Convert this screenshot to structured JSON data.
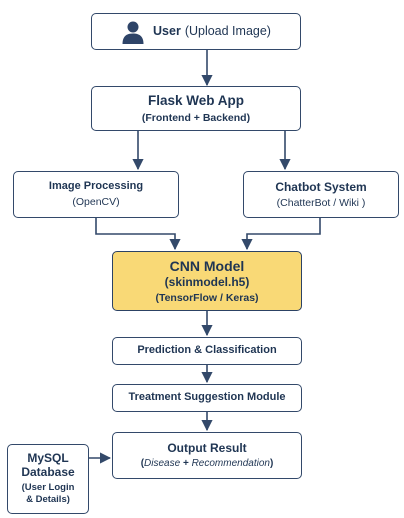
{
  "diagram": {
    "user": {
      "title": "User",
      "subtitle": "(Upload Image)",
      "icon": "user-icon"
    },
    "flask": {
      "title": "Flask Web App",
      "subtitle": "(Frontend + Backend)"
    },
    "image_processing": {
      "title": "Image Processing",
      "subtitle": "(OpenCV)"
    },
    "chatbot": {
      "title": "Chatbot System",
      "subtitle": "(ChatterBot / Wiki )"
    },
    "cnn": {
      "title": "CNN Model",
      "file": "(skinmodel.h5)",
      "framework": "(TensorFlow / Keras)"
    },
    "prediction": {
      "title": "Prediction & Classification"
    },
    "treatment": {
      "title": "Treatment Suggestion Module"
    },
    "output": {
      "title": "Output Result",
      "open": "(",
      "disease": "Disease",
      "plus": " + ",
      "recommendation": "Recommendation",
      "close": ")"
    },
    "database": {
      "title1": "MySQL",
      "title2": "Database",
      "detail1": "(User Login",
      "detail2": "& Details)"
    }
  },
  "colors": {
    "line": "#33496a",
    "highlight": "#f9d976",
    "text": "#1f3553"
  }
}
